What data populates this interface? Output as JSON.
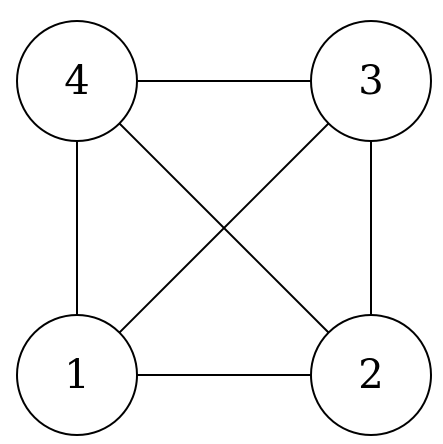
{
  "graph": {
    "nodes": [
      {
        "id": "4",
        "label": "4"
      },
      {
        "id": "3",
        "label": "3"
      },
      {
        "id": "1",
        "label": "1"
      },
      {
        "id": "2",
        "label": "2"
      }
    ],
    "edges": [
      {
        "from": "4",
        "to": "3"
      },
      {
        "from": "4",
        "to": "1"
      },
      {
        "from": "4",
        "to": "2"
      },
      {
        "from": "3",
        "to": "1"
      },
      {
        "from": "3",
        "to": "2"
      },
      {
        "from": "1",
        "to": "2"
      }
    ]
  }
}
